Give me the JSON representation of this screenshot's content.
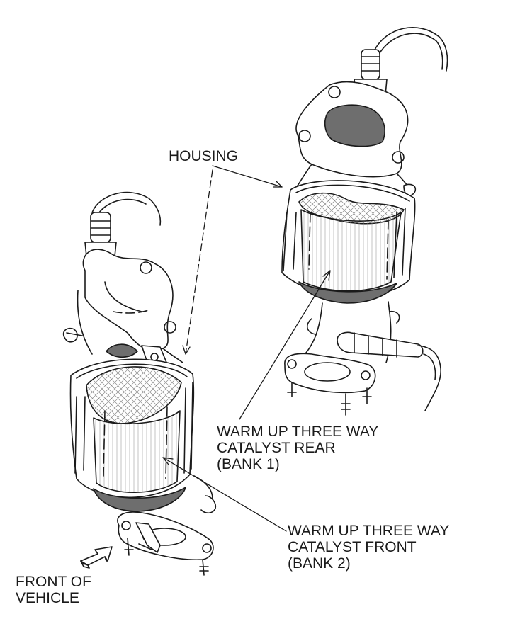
{
  "labels": {
    "housing": "HOUSING",
    "rear": [
      "WARM UP THREE WAY",
      "CATALYST REAR",
      "(BANK 1)"
    ],
    "front": [
      "WARM UP THREE WAY",
      "CATALYST FRONT",
      "(BANK 2)"
    ],
    "vehicle": [
      "FRONT OF",
      "VEHICLE"
    ]
  },
  "colors": {
    "line": "#1a1a1a",
    "shade": "#6e6e6e",
    "paper": "#ffffff",
    "mesh": "#8a8a8a"
  }
}
